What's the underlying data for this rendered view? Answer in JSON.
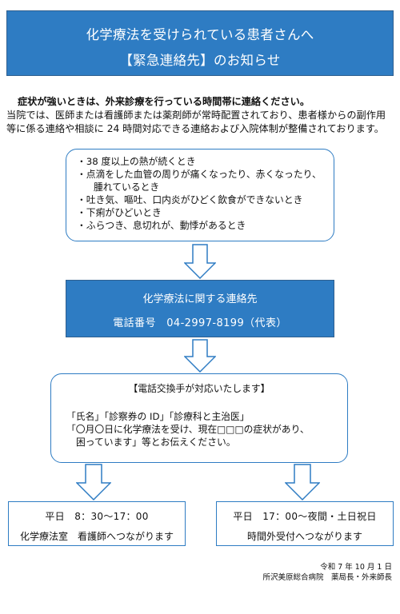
{
  "colors": {
    "accent": "#2e7cc3",
    "text": "#111111",
    "background": "#ffffff"
  },
  "header": {
    "title_line1": "化学療法を受けられている患者さんへ",
    "title_line2": "【緊急連絡先】のお知らせ"
  },
  "intro": {
    "lead": "症状が強いときは、外来診療を行っている時間帯に連絡ください。",
    "body": "当院では、医師または看護師または薬剤師が常時配置されており、患者様からの副作用等に係る連絡や相談に 24 時間対応できる連絡および入院体制が整備されております。"
  },
  "symptoms": {
    "items": [
      {
        "text": "・38 度以上の熱が続くとき"
      },
      {
        "text": "・点滴をした血管の周りが痛くなったり、赤くなったり、",
        "cont": "腫れているとき"
      },
      {
        "text": "・吐き気、嘔吐、口内炎がひどく飲食ができないとき"
      },
      {
        "text": "・下痢がひどいとき"
      },
      {
        "text": "・ふらつき、息切れが、動悸があるとき"
      }
    ]
  },
  "contact": {
    "title": "化学療法に関する連絡先",
    "phone": "電話番号　04-2997-8199（代表）"
  },
  "operator": {
    "title": "【電話交換手が対応いたします】",
    "line1": "「氏名」「診察券の ID」「診療科と主治医」",
    "line2": "「〇月〇日に化学療法を受け、現在□□□の症状があり、",
    "line3": "困っています」等とお伝えください。"
  },
  "weekday": {
    "time": "平日　8：30～17：00",
    "dest": "化学療法室　看護師へつながります"
  },
  "afterhours": {
    "time": "平日　17：00～夜間・土日祝日",
    "dest": "時間外受付へつながります"
  },
  "footer": {
    "date": "令和 7 年 10 月 1 日",
    "org": "所沢美原総合病院　薬局長・外来師長"
  }
}
